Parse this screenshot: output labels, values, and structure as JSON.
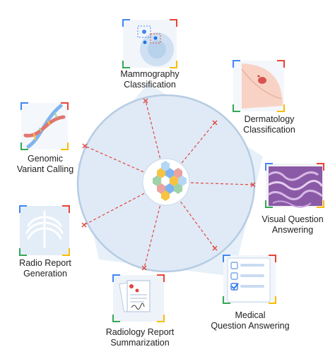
{
  "diagram": {
    "center": {
      "name": "multimodal-model-hub"
    },
    "colors": {
      "circle_fill": "#e4eef8",
      "circle_stroke": "#b6cce3",
      "dash": "#e0463d",
      "google_blue": "#4285f4",
      "google_red": "#ea4335",
      "google_yellow": "#fbbc04",
      "google_green": "#34a853"
    },
    "tasks": [
      {
        "id": "mammography",
        "icon": "mammography-scan-icon",
        "line1": "Mammography",
        "line2": "Classification"
      },
      {
        "id": "dermatology",
        "icon": "skin-lesion-icon",
        "line1": "Dermatology",
        "line2": "Classification"
      },
      {
        "id": "vqa",
        "icon": "pathology-tissue-icon",
        "line1": "Visual Question",
        "line2": "Answering"
      },
      {
        "id": "medical-qa",
        "icon": "checklist-clipboard-icon",
        "line1": "Medical",
        "line2": "Question Answering"
      },
      {
        "id": "radiology-summarization",
        "icon": "report-document-icon",
        "line1": "Radiology Report",
        "line2": "Summarization"
      },
      {
        "id": "radio-report-generation",
        "icon": "chest-xray-icon",
        "line1": "Radio Report",
        "line2": "Generation"
      },
      {
        "id": "genomic",
        "icon": "dna-helix-icon",
        "line1": "Genomic",
        "line2": "Variant Calling"
      }
    ]
  }
}
